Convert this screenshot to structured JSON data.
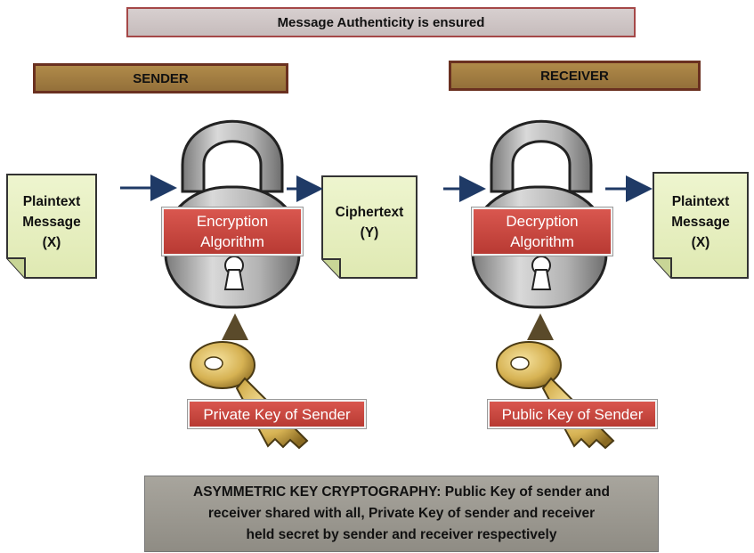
{
  "top_banner": "Message Authenticity is ensured",
  "sender_label": "SENDER",
  "receiver_label": "RECEIVER",
  "plaintext_left": {
    "line1": "Plaintext",
    "line2": "Message",
    "line3": "(X)"
  },
  "ciphertext": {
    "line1": "Ciphertext",
    "line2": "(Y)"
  },
  "plaintext_right": {
    "line1": "Plaintext",
    "line2": "Message",
    "line3": "(X)"
  },
  "encryption": {
    "line1": "Encryption",
    "line2": "Algorithm"
  },
  "decryption": {
    "line1": "Decryption",
    "line2": "Algorithm"
  },
  "private_key_label": "Private Key of Sender",
  "public_key_label": "Public Key of Sender",
  "bottom_note": {
    "line1": "ASYMMETRIC KEY CRYPTOGRAPHY: Public Key of sender and",
    "line2": "receiver shared with all, Private Key of sender and receiver",
    "line3": "held secret by sender and receiver respectively"
  },
  "colors": {
    "document_fill": "#e9f2c4",
    "red_label": "#c9453d",
    "lock_metal": "#a8a8a8",
    "arrow_blue": "#1f3a66",
    "arrow_brown": "#5a4a2a",
    "key_gold": "#d9b85a"
  }
}
